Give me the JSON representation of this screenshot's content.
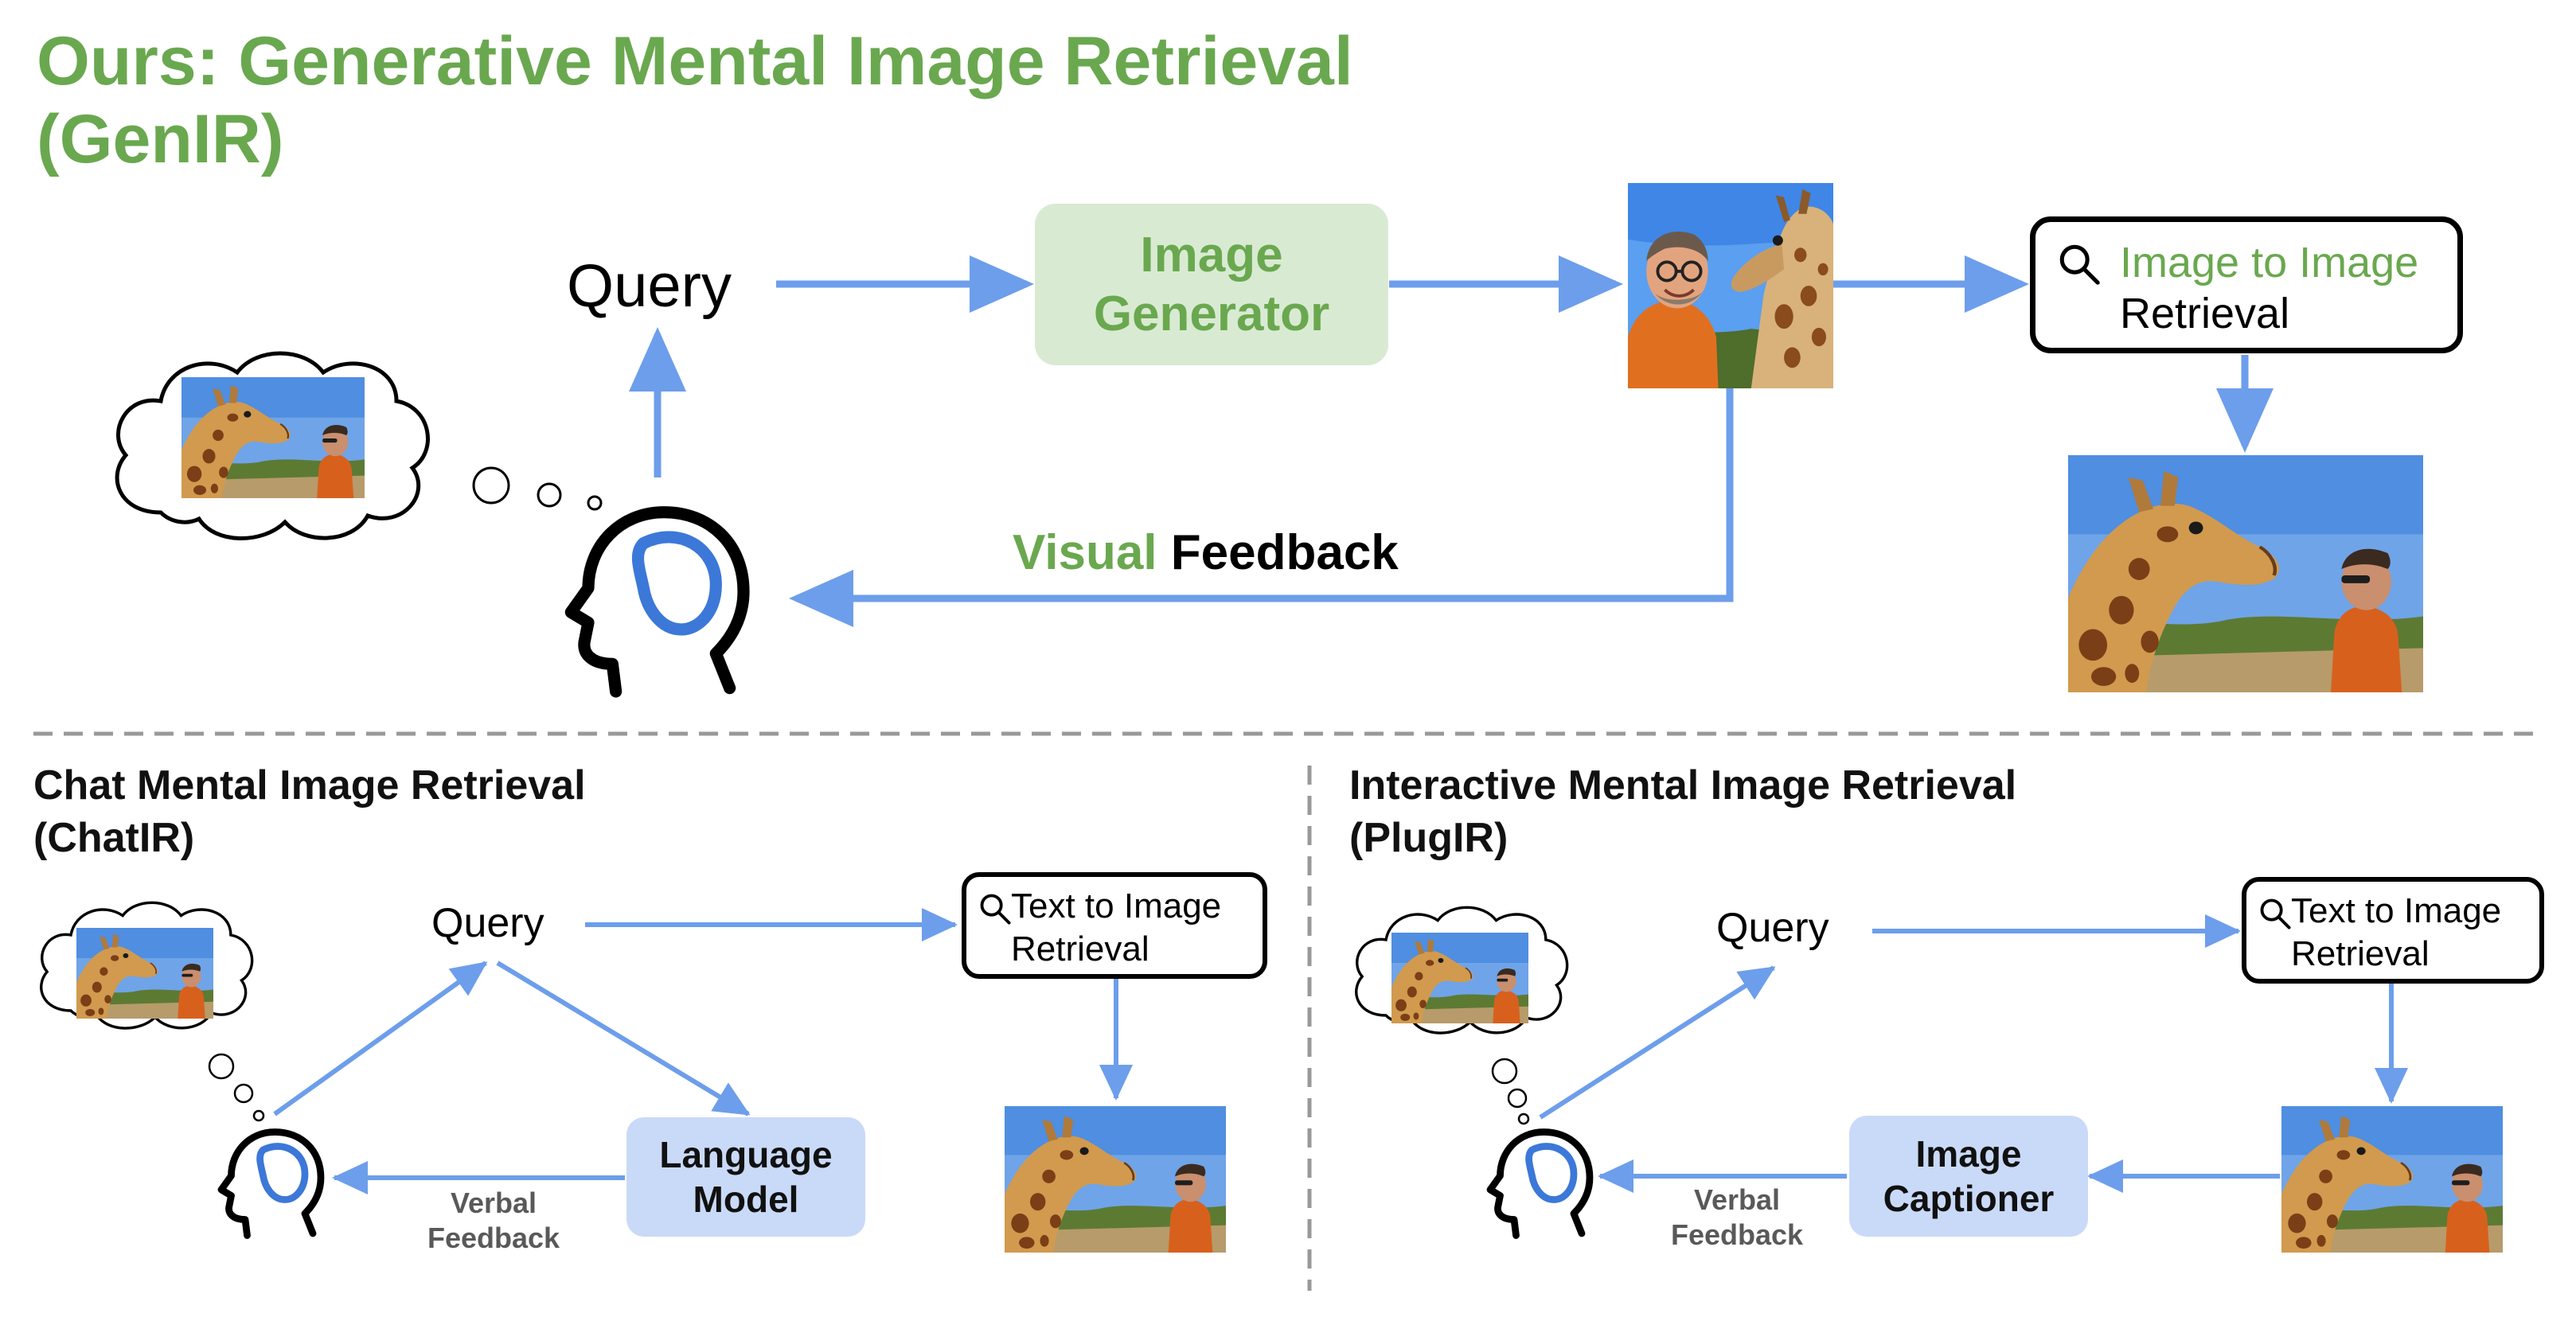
{
  "genir": {
    "title_line1": "Ours: Generative Mental Image Retrieval",
    "title_line2": "(GenIR)",
    "query": "Query",
    "generator_line1": "Image",
    "generator_line2": "Generator",
    "retrieval_line1": "Image to Image",
    "retrieval_line2": "Retrieval",
    "feedback_word1": "Visual",
    "feedback_word2": "Feedback"
  },
  "chatir": {
    "title_line1": "Chat Mental Image Retrieval",
    "title_line2": "(ChatIR)",
    "query": "Query",
    "retrieval_line1": "Text to Image",
    "retrieval_line2": "Retrieval",
    "model_line1": "Language",
    "model_line2": "Model",
    "feedback_line1": "Verbal",
    "feedback_line2": "Feedback"
  },
  "plugir": {
    "title_line1": "Interactive Mental Image Retrieval",
    "title_line2": "(PlugIR)",
    "query": "Query",
    "retrieval_line1": "Text to Image",
    "retrieval_line2": "Retrieval",
    "captioner_line1": "Image",
    "captioner_line2": "Captioner",
    "feedback_line1": "Verbal",
    "feedback_line2": "Feedback"
  },
  "colors": {
    "accent_green": "#6aa84f",
    "arrow_blue": "#6d9eeb",
    "brain_blue": "#3c78d8",
    "green_box": "#d9ead3",
    "blue_box": "#c9daf8"
  }
}
